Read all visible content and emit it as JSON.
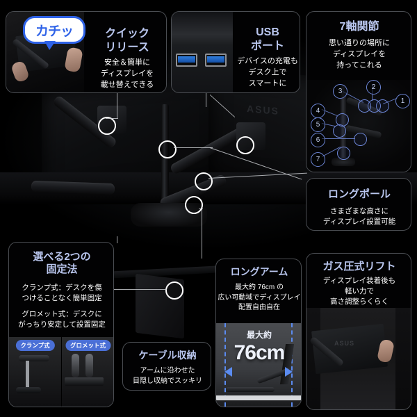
{
  "page": {
    "background_color": "#000000",
    "accent_color": "#6d86d6",
    "title_color": "#b9c6ee",
    "body_color": "#ffffff"
  },
  "product_photo": {
    "brand_mark": "ASUS"
  },
  "cards": {
    "quick_release": {
      "title": "クイック\nリリース",
      "title_line1": "クイック",
      "title_line2": "リリース",
      "body": "安全＆簡単に\nディスプレイを\n載せ替えできる",
      "body_line1": "安全＆簡単に",
      "body_line2": "ディスプレイを",
      "body_line3": "載せ替えできる",
      "bubble_text": "カチッ"
    },
    "usb": {
      "title_line1": "USB",
      "title_line2": "ポート",
      "body_line1": "デバイスの充電も",
      "body_line2": "デスク上で",
      "body_line3": "スマートに",
      "port_count": 2,
      "port_color": "#2f7ddb"
    },
    "axis": {
      "title": "7軸関節",
      "body_line1": "思い通りの場所に",
      "body_line2": "ディスプレイを",
      "body_line3": "持ってこれる",
      "joint_numbers": [
        "1",
        "2",
        "3",
        "4",
        "5",
        "6",
        "7"
      ]
    },
    "long_pole": {
      "title": "ロングポール",
      "body_line1": "さまざまな高さに",
      "body_line2": "ディスプレイ設置可能"
    },
    "gas_lift": {
      "title": "ガス圧式リフト",
      "body_line1": "ディスプレイ装着後も",
      "body_line2": "軽い力で",
      "body_line3": "高さ調整らくらく"
    },
    "fixing": {
      "title_line1": "選べる2つの",
      "title_line2": "固定法",
      "body1_line1": "クランプ式：デスクを傷",
      "body1_line2": "つけることなく簡単固定",
      "body2_line1": "グロメット式：デスクに",
      "body2_line2": "がっちり安定して設置固定",
      "badge_clamp": "クランプ式",
      "badge_grommet": "グロメット式"
    },
    "cable": {
      "title": "ケーブル収納",
      "body_line1": "アームに沿わせた",
      "body_line2": "目隠し収納でスッキリ"
    },
    "long_arm": {
      "title": "ロングアーム",
      "body_line1": "最大約 76cm の",
      "body_line2": "広い可動域でディスプレイ",
      "body_line3": "配置自由自在",
      "caption_small": "最大約",
      "caption_big": "76cm"
    }
  }
}
